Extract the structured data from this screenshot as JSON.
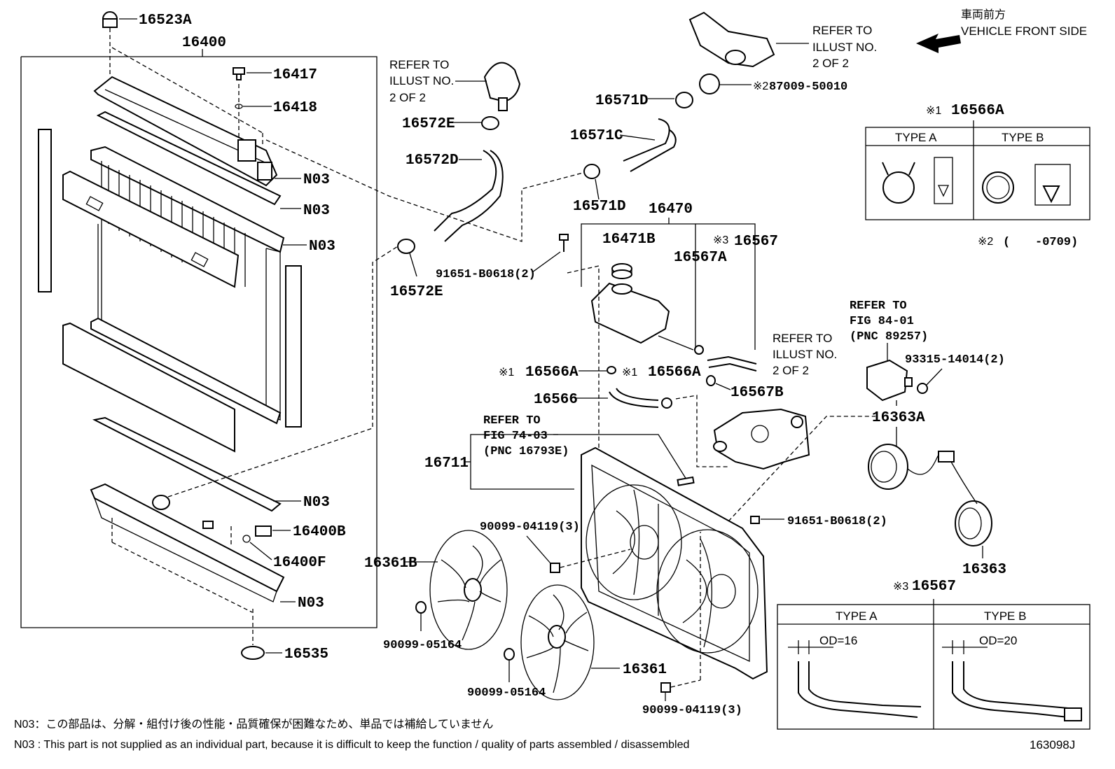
{
  "labels": {
    "l16523A": "16523A",
    "l16400": "16400",
    "l16417": "16417",
    "l16418": "16418",
    "n03a": "N03",
    "n03b": "N03",
    "n03c": "N03",
    "n03d": "N03",
    "n03e": "N03",
    "l16400B": "16400B",
    "l16400F": "16400F",
    "l16535": "16535",
    "l16572E_top": "16572E",
    "l16572D": "16572D",
    "l16572E_bot": "16572E",
    "l16571D_top": "16571D",
    "l16571C": "16571C",
    "l16571D_bot": "16571D",
    "l87009": "87009-50010",
    "l16470": "16470",
    "l16471B": "16471B",
    "l16567": "16567",
    "l16567A": "16567A",
    "l91651a": "91651-B0618(2)",
    "l16566A_left": "16566A",
    "l16566A_right": "16566A",
    "l16566": "16566",
    "l16567B": "16567B",
    "l16711": "16711",
    "l90099_04119a": "90099-04119(3)",
    "l91651b": "91651-B0618(2)",
    "l16361B": "16361B",
    "l90099_05164a": "90099-05164",
    "l90099_05164b": "90099-05164",
    "l16361": "16361",
    "l90099_04119b": "90099-04119(3)",
    "l93315": "93315-14014(2)",
    "l16363A": "16363A",
    "l16363": "16363",
    "l16566A_box": "16566A",
    "l16567_box": "16567"
  },
  "marks": {
    "m1": "※1",
    "m2": "※2",
    "m3": "※3"
  },
  "refs": {
    "ref_illust_top_1": "REFER TO",
    "ref_illust_top_2": "ILLUST NO.",
    "ref_illust_top_3": "2 OF 2",
    "ref_illust_right_1": "REFER TO",
    "ref_illust_right_2": "ILLUST NO.",
    "ref_illust_right_3": "2 OF 2",
    "ref_illust_mid_1": "REFER TO",
    "ref_illust_mid_2": "ILLUST NO.",
    "ref_illust_mid_3": "2 OF 2",
    "ref_fig84_1": "REFER TO",
    "ref_fig84_2": "FIG 84-01",
    "ref_fig84_3": "(PNC 89257)",
    "ref_fig74_1": "REFER TO",
    "ref_fig74_2": "FIG 74-03",
    "ref_fig74_3": "(PNC 16793E)"
  },
  "vehicle": {
    "jp": "車両前方",
    "en": "VEHICLE FRONT SIDE"
  },
  "table1": {
    "type_a": "TYPE A",
    "type_b": "TYPE B",
    "note_prefix": "(",
    "note_suffix": "-0709)"
  },
  "table2": {
    "type_a": "TYPE A",
    "type_b": "TYPE B",
    "od_a": "OD=16",
    "od_b": "OD=20"
  },
  "notes": {
    "jp": "N03：この部品は、分解・組付け後の性能・品質確保が困難なため、単品では補給していません",
    "en": "N03 : This part is not supplied as an individual part, because it is difficult to keep the function / quality of parts assembled / disassembled",
    "figno": "163098J"
  }
}
